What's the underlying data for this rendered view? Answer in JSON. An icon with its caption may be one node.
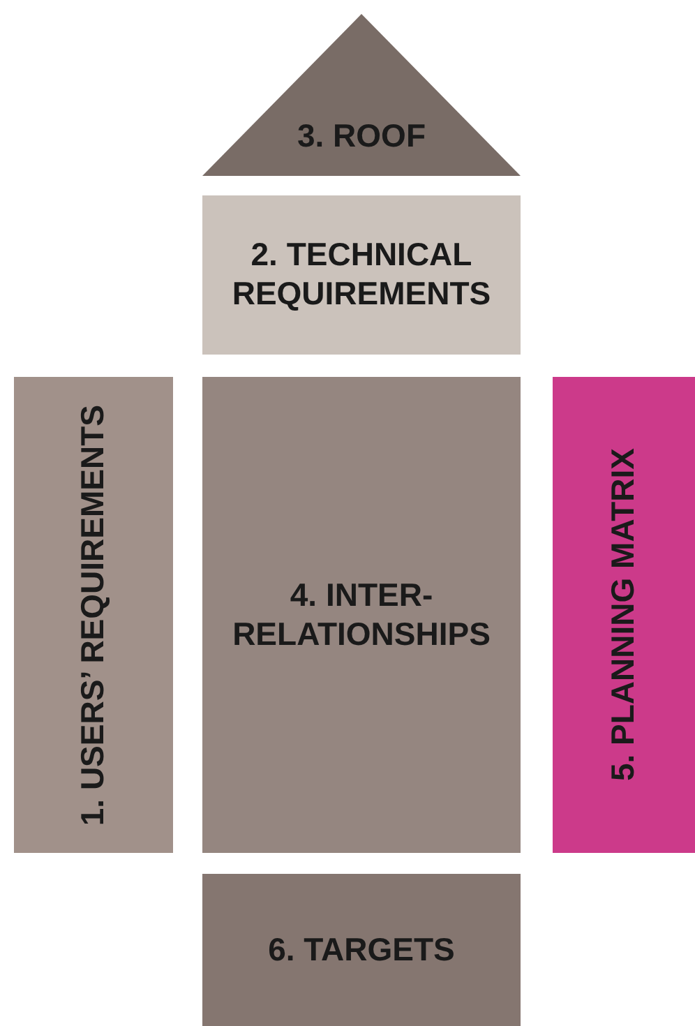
{
  "diagram": {
    "nodes": [
      {
        "text": [
          "3. ROOF"
        ]
      },
      {
        "text": [
          "2. TECHNICAL REQUIREMENTS"
        ]
      },
      {
        "text": [
          "1. USERS’ REQUIREMENTS"
        ]
      },
      {
        "text": [
          "4. INTER-RELATIONSHIPS"
        ]
      },
      {
        "text": [
          "5. PLANNING MATRIX"
        ]
      },
      {
        "text": [
          "6. TARGETS"
        ]
      }
    ],
    "edges": []
  }
}
